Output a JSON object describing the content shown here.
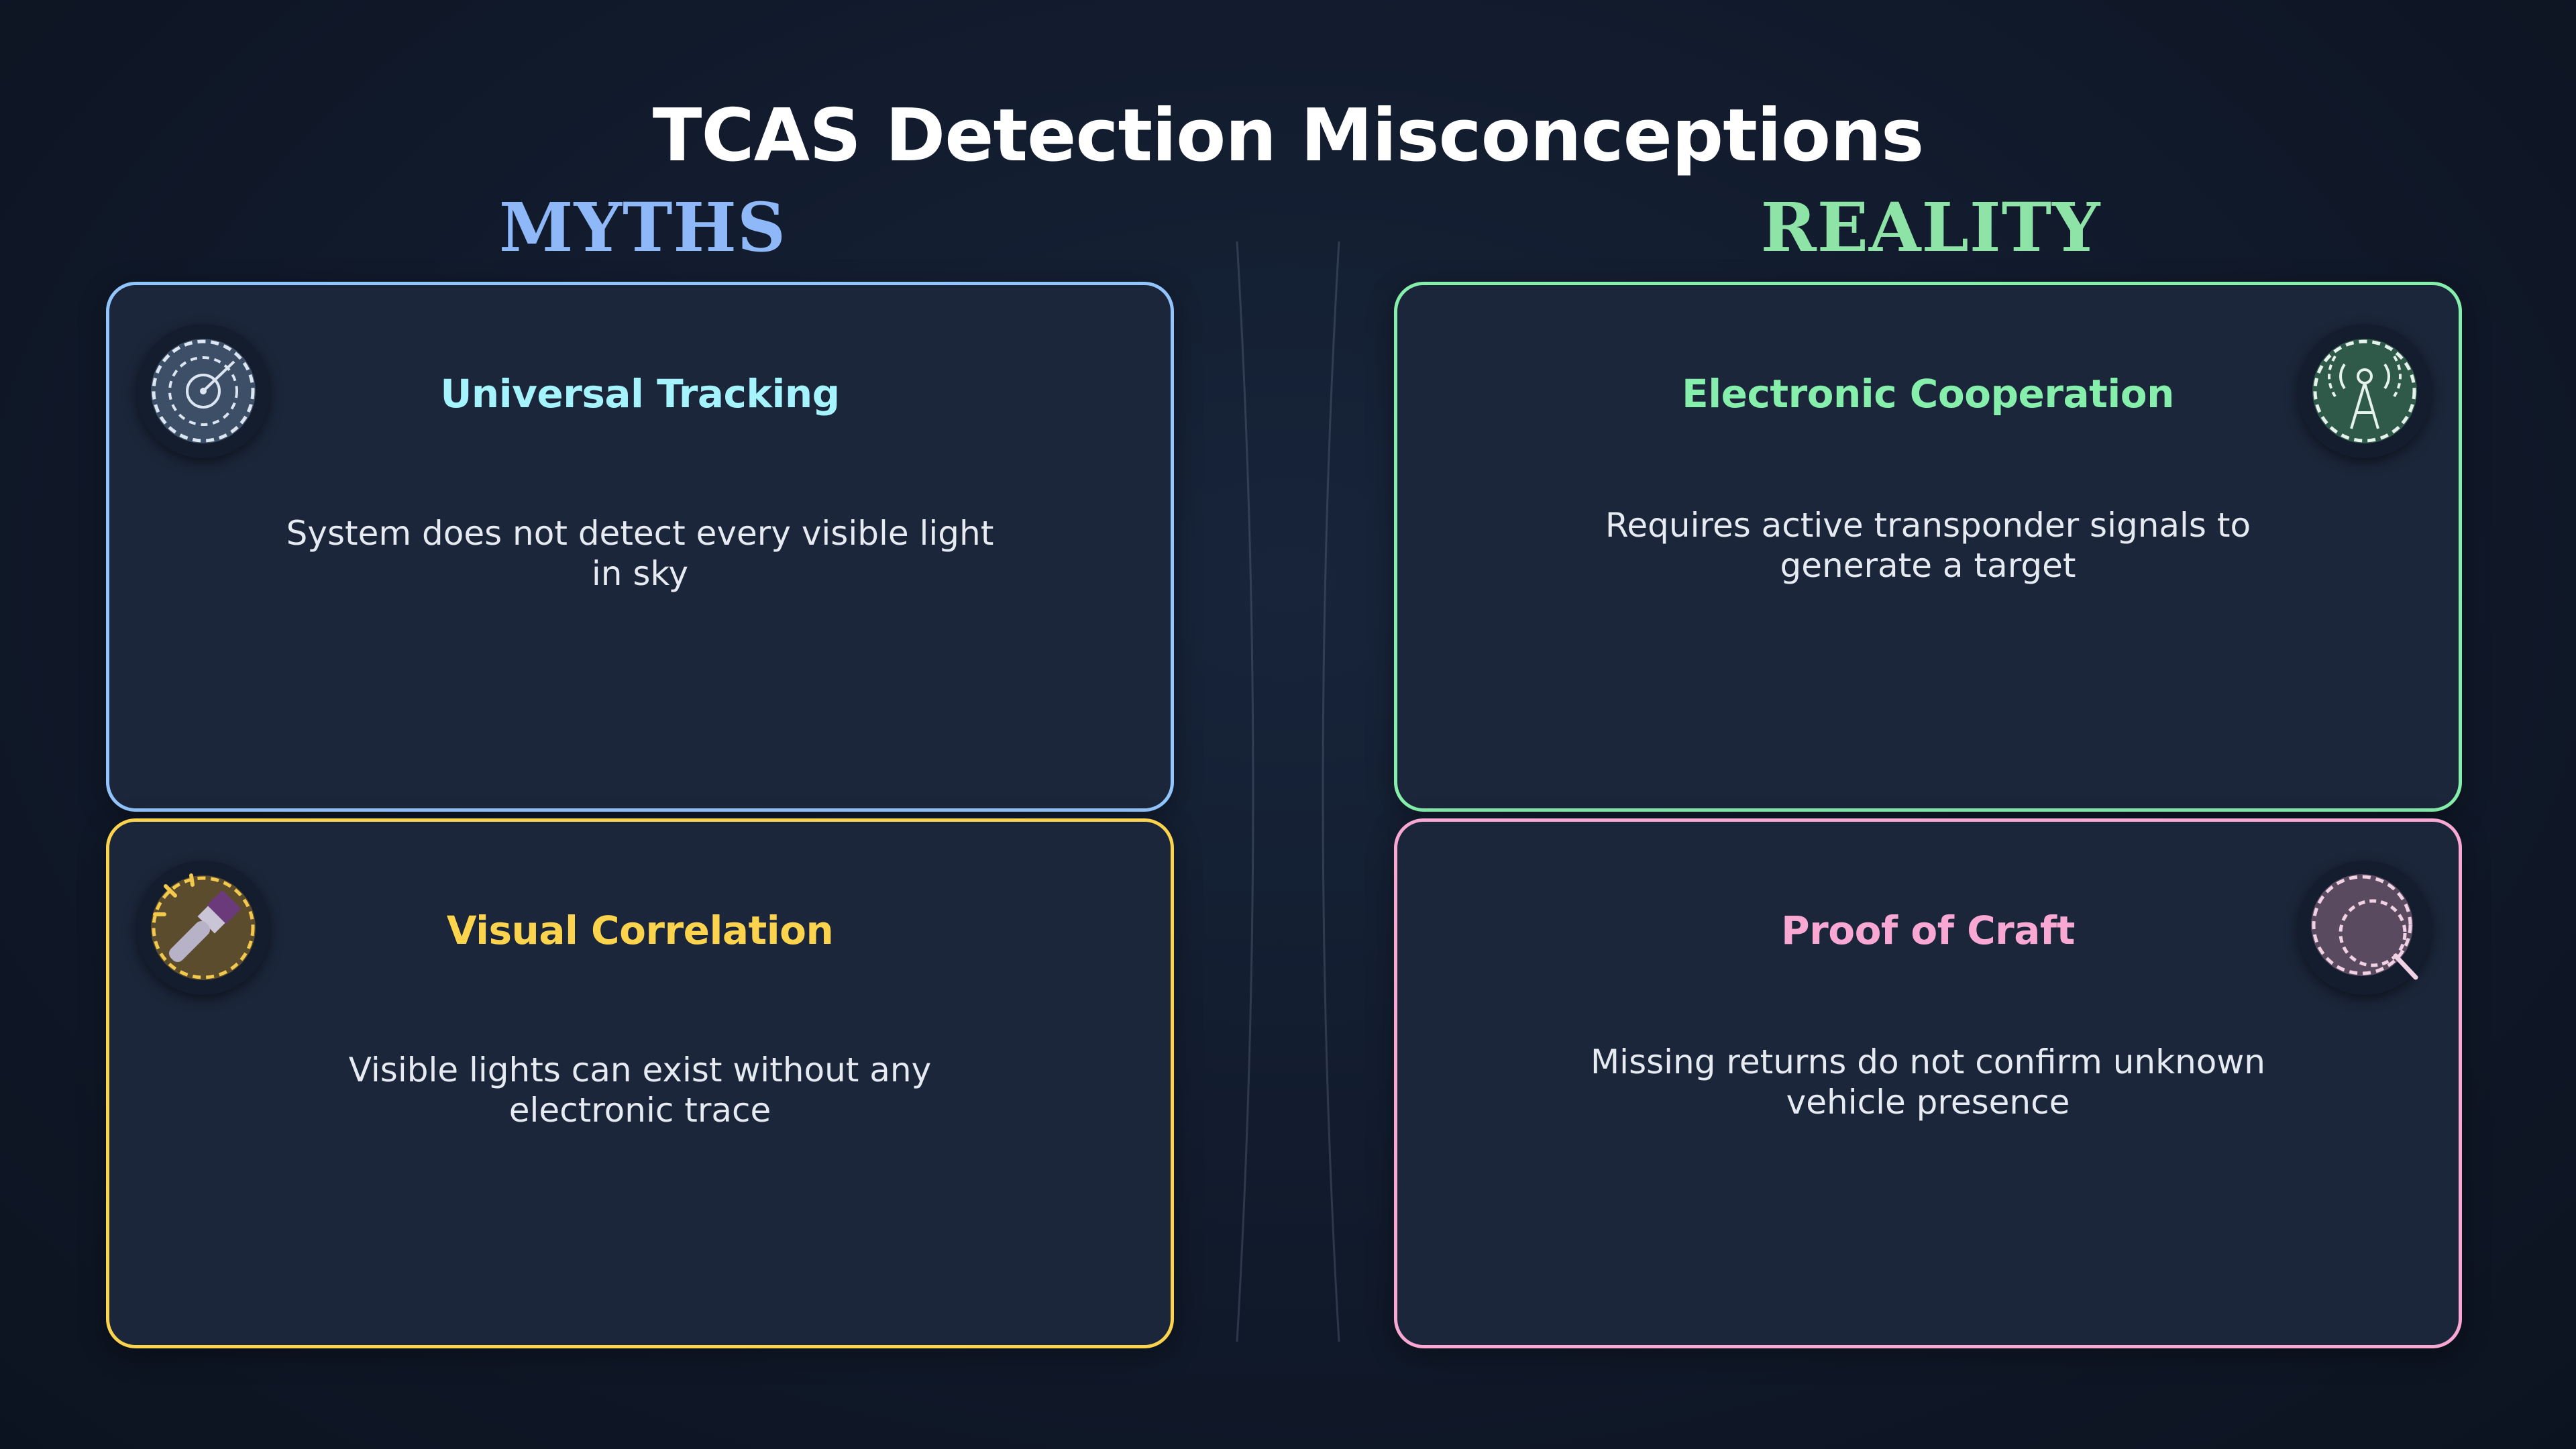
{
  "title": "TCAS Detection Misconceptions",
  "columns": {
    "myths": "MYTHS",
    "reality": "REALITY"
  },
  "colors": {
    "myths_header": "#8eb8f8",
    "reality_header": "#8ee3a6",
    "card_background": "#1b263a",
    "page_background": "#111a2b"
  },
  "cards": [
    {
      "title": "Universal Tracking",
      "description": "System does not detect every visible light in sky",
      "icon": "radar-icon",
      "accent": "#93c5fd",
      "title_color": "#a5f3fc"
    },
    {
      "title": "Electronic Cooperation",
      "description": "Requires active transponder signals to generate a target",
      "icon": "radio-tower-icon",
      "accent": "#86efac",
      "title_color": "#86efac"
    },
    {
      "title": "Visual Correlation",
      "description": "Visible lights can exist without any electronic trace",
      "icon": "flashlight-icon",
      "accent": "#fcd34d",
      "title_color": "#fcd34d"
    },
    {
      "title": "Proof of Craft",
      "description": "Missing returns do not confirm unknown vehicle presence",
      "icon": "magnifier-icon",
      "accent": "#f9a8d4",
      "title_color": "#f9a8d4"
    }
  ]
}
